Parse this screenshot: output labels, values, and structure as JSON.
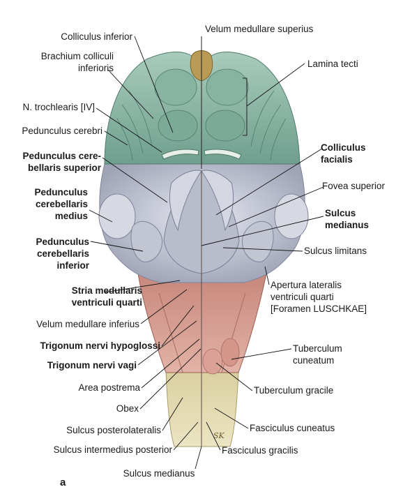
{
  "panel_letter": "a",
  "signature": "SK",
  "labels": {
    "colliculus_inferior": "Colliculus inferior",
    "brachium_1": "Brachium colliculi",
    "brachium_2": "inferioris",
    "n_trochlearis": "N. trochlearis [IV]",
    "pedunculus_cerebri": "Pedunculus cerebri",
    "ped_cb_sup_1": "Pedunculus cere-",
    "ped_cb_sup_2": "bellaris superior",
    "ped_cb_med_1": "Pedunculus",
    "ped_cb_med_2": "cerebellaris",
    "ped_cb_med_3": "medius",
    "ped_cb_inf_1": "Pedunculus",
    "ped_cb_inf_2": "cerebellaris",
    "ped_cb_inf_3": "inferior",
    "stria_1": "Stria medullaris",
    "stria_2": "ventriculi quarti",
    "velum_inf": "Velum medullare inferius",
    "trig_hypo": "Trigonum nervi hypoglossi",
    "trig_vagi": "Trigonum nervi vagi",
    "area_postrema": "Area postrema",
    "obex": "Obex",
    "sulcus_postlat": "Sulcus posterolateralis",
    "sulcus_intermed": "Sulcus intermedius posterior",
    "sulcus_medianus_bottom": "Sulcus medianus",
    "velum_sup": "Velum medullare superius",
    "lamina_tecti": "Lamina tecti",
    "coll_facialis_1": "Colliculus",
    "coll_facialis_2": "facialis",
    "fovea_sup": "Fovea superior",
    "sulcus_medianus_1": "Sulcus",
    "sulcus_medianus_2": "medianus",
    "sulcus_limitans": "Sulcus limitans",
    "apertura_1": "Apertura lateralis",
    "apertura_2": "ventriculi quarti",
    "apertura_3": "[Foramen LUSCHKAE]",
    "tuberculum_cun_1": "Tuberculum",
    "tuberculum_cun_2": "cuneatum",
    "tuberculum_gracile": "Tuberculum gracile",
    "fasc_cuneatus": "Fasciculus cuneatus",
    "fasc_gracilis": "Fasciculus gracilis"
  },
  "colors": {
    "tectum": "#6f9f8e",
    "tectum_light": "#a9cbbc",
    "peduncle": "#c9ccd8",
    "peduncle_shadow": "#9ea3b6",
    "medulla": "#c7877c",
    "medulla_light": "#e3b2a6",
    "spinal": "#d9cf9f",
    "spinal_light": "#ece5c3",
    "pineal": "#b99b56"
  }
}
